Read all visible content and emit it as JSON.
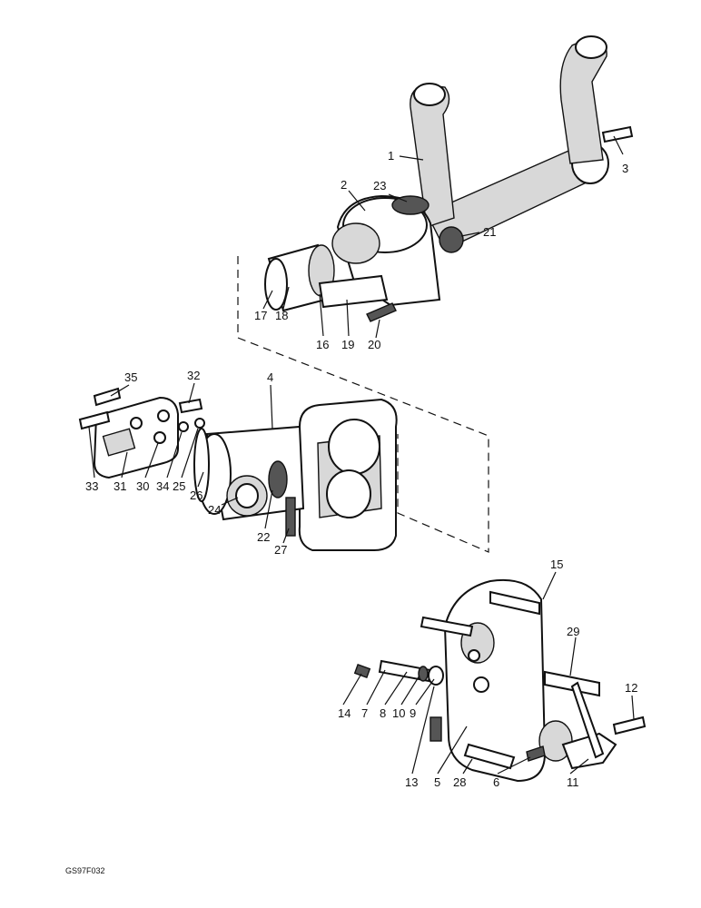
{
  "figure_code": "GS97F032",
  "labels": [
    "1",
    "2",
    "3",
    "4",
    "5",
    "6",
    "7",
    "8",
    "9",
    "10",
    "11",
    "12",
    "13",
    "14",
    "15",
    "16",
    "17",
    "18",
    "19",
    "20",
    "21",
    "22",
    "23",
    "24",
    "25",
    "26",
    "27",
    "28",
    "29",
    "30",
    "31",
    "32",
    "33",
    "34",
    "35"
  ]
}
